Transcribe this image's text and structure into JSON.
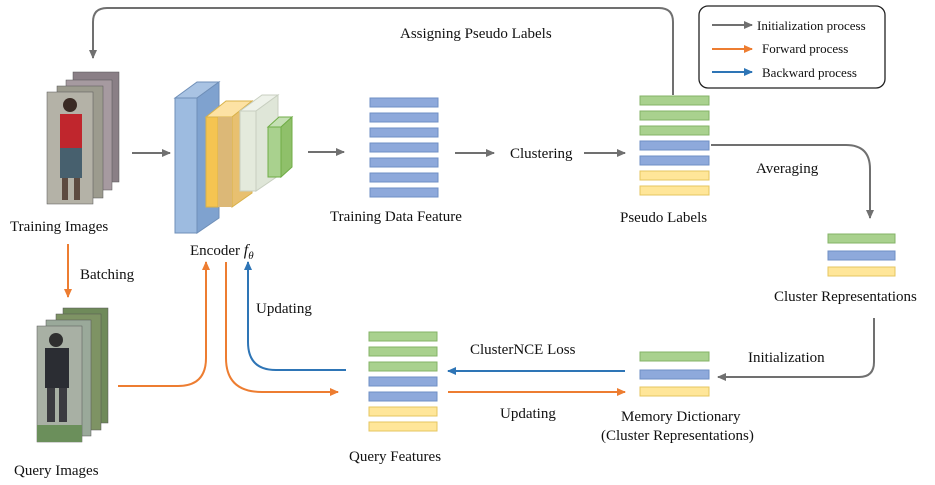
{
  "labels": {
    "assigning": "Assigning Pseudo Labels",
    "training_images": "Training Images",
    "batching": "Batching",
    "query_images": "Query Images",
    "encoder": "Encoder",
    "encoder_symbol": "f",
    "encoder_sub": "θ",
    "training_feature": "Training Data Feature",
    "clustering": "Clustering",
    "pseudo_labels": "Pseudo Labels",
    "averaging": "Averaging",
    "cluster_repr": "Cluster Representations",
    "initialization": "Initialization",
    "clusternce": "ClusterNCE Loss",
    "updating_left": "Updating",
    "updating_bottom": "Updating",
    "query_features": "Query Features",
    "memory_dict_1": "Memory Dictionary",
    "memory_dict_2": "(Cluster Representations)"
  },
  "legend": [
    {
      "label": "Initialization process",
      "color": "#707070"
    },
    {
      "label": "Forward process",
      "color": "#ED7D31"
    },
    {
      "label": "Backward process",
      "color": "#2E75B6"
    }
  ],
  "colors": {
    "gray_arrow": "#707070",
    "forward": "#ED7D31",
    "backward": "#2E75B6",
    "blue_bar": "#8EA9DB",
    "green_bar": "#A9D18E",
    "yellow_bar": "#FFE699"
  }
}
